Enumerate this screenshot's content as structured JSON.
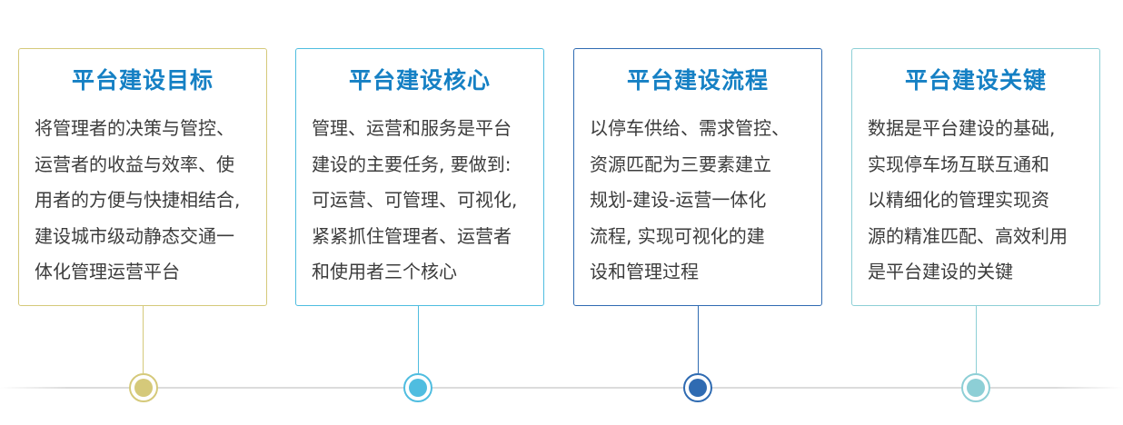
{
  "cards": [
    {
      "title": "平台建设目标",
      "lines": [
        "将管理者的决策与管控、",
        "运营者的收益与效率、使",
        "用者的方便与快捷相结合,",
        "建设城市级动静态交通一",
        "体化管理运营平台"
      ],
      "color": "#d5c97a"
    },
    {
      "title": "平台建设核心",
      "lines": [
        "管理、运营和服务是平台",
        "建设的主要任务, 要做到:",
        "可运营、可管理、可视化,",
        "紧紧抓住管理者、运营者",
        "和使用者三个核心"
      ],
      "color": "#4fbde0"
    },
    {
      "title": "平台建设流程",
      "lines": [
        "以停车供给、需求管控、",
        "资源匹配为三要素建立",
        "规划-建设-运营一体化",
        "流程, 实现可视化的建",
        "设和管理过程"
      ],
      "color": "#2f6bb2"
    },
    {
      "title": "平台建设关键",
      "lines": [
        "数据是平台建设的基础,",
        "实现停车场互联互通和",
        "以精细化的管理实现资",
        "源的精准匹配、高效利用",
        "是平台建设的关键"
      ],
      "color": "#8dcfd6"
    }
  ]
}
